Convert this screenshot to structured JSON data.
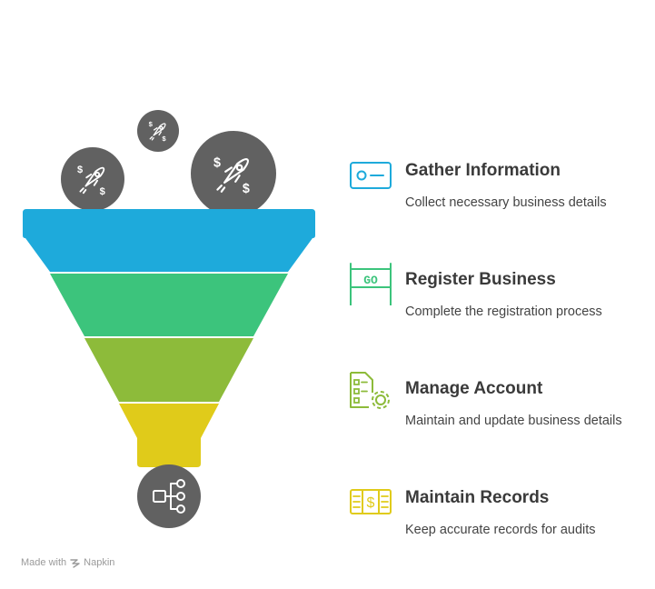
{
  "colors": {
    "stage1": "#1EAADB",
    "stage2": "#3CC47C",
    "stage3": "#8DBB3A",
    "stage4": "#E0CB1A",
    "bubble": "#616161",
    "title": "#3a3a3a",
    "desc": "#444444"
  },
  "bubbles": [
    {
      "icon": "rocket-money-icon"
    },
    {
      "icon": "rocket-money-icon"
    },
    {
      "icon": "rocket-money-icon"
    }
  ],
  "output_icon": "workflow-branch-icon",
  "steps": [
    {
      "title": "Gather Information",
      "description": "Collect necessary business details",
      "icon": "id-card-icon",
      "color": "#1EAADB"
    },
    {
      "title": "Register Business",
      "description": "Complete the registration process",
      "icon": "go-sign-icon",
      "color": "#3CC47C",
      "icon_text": "GO"
    },
    {
      "title": "Manage Account",
      "description": "Maintain and update business details",
      "icon": "checklist-gear-icon",
      "color": "#8DBB3A"
    },
    {
      "title": "Maintain Records",
      "description": "Keep accurate records for audits",
      "icon": "ledger-dollar-icon",
      "color": "#E0CB1A"
    }
  ],
  "credit": {
    "prefix": "Made with",
    "brand": "Napkin"
  }
}
